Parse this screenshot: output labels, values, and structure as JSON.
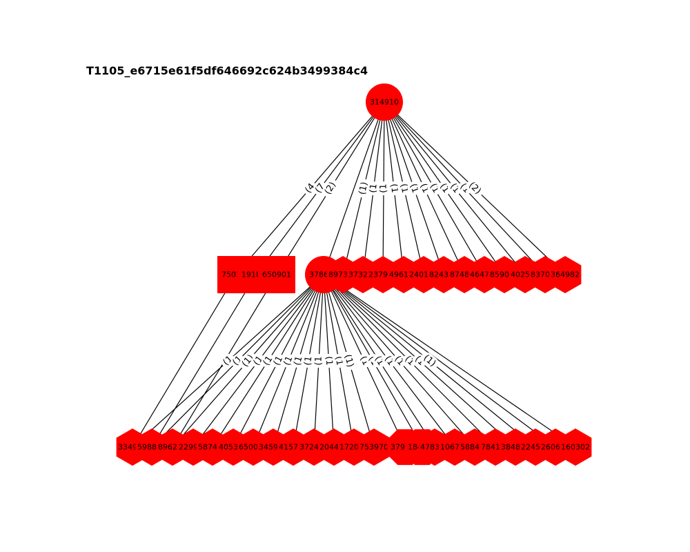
{
  "title": "T1105_e6715e61f5df646692c624b3499384c4",
  "colors": {
    "node_fill": "#ff0000",
    "edge": "#000000",
    "label_bg": "#ffffff",
    "text": "#000000"
  },
  "root": {
    "id": "314910",
    "shape": "circle"
  },
  "level1": [
    {
      "id": "750319",
      "shape": "square"
    },
    {
      "id": "191865",
      "shape": "square"
    },
    {
      "id": "650901",
      "shape": "square"
    },
    {
      "id": "378678",
      "shape": "circle"
    },
    {
      "id": "897337",
      "shape": "hexagon"
    },
    {
      "id": "373227",
      "shape": "hexagon"
    },
    {
      "id": "237929",
      "shape": "hexagon"
    },
    {
      "id": "496120",
      "shape": "hexagon"
    },
    {
      "id": "240142",
      "shape": "hexagon"
    },
    {
      "id": "824397",
      "shape": "hexagon"
    },
    {
      "id": "874824",
      "shape": "hexagon"
    },
    {
      "id": "464785",
      "shape": "hexagon"
    },
    {
      "id": "859043",
      "shape": "hexagon"
    },
    {
      "id": "402526",
      "shape": "hexagon"
    },
    {
      "id": "837056",
      "shape": "hexagon"
    },
    {
      "id": "364982",
      "shape": "hexagon"
    }
  ],
  "level2": [
    {
      "id": "334956",
      "shape": "hexagon"
    },
    {
      "id": "598834",
      "shape": "hexagon"
    },
    {
      "id": "896227",
      "shape": "hexagon"
    },
    {
      "id": "229970",
      "shape": "hexagon"
    },
    {
      "id": "587490",
      "shape": "hexagon"
    },
    {
      "id": "405365",
      "shape": "hexagon"
    },
    {
      "id": "650004",
      "shape": "hexagon"
    },
    {
      "id": "345983",
      "shape": "hexagon"
    },
    {
      "id": "415723",
      "shape": "hexagon"
    },
    {
      "id": "372420",
      "shape": "hexagon"
    },
    {
      "id": "204417",
      "shape": "hexagon"
    },
    {
      "id": "172037",
      "shape": "hexagon"
    },
    {
      "id": "753970",
      "shape": "hexagon"
    },
    {
      "id": "379443",
      "shape": "octagon"
    },
    {
      "id": "184479",
      "shape": "octagon"
    },
    {
      "id": "478350",
      "shape": "hexagon"
    },
    {
      "id": "106715",
      "shape": "hexagon"
    },
    {
      "id": "588499",
      "shape": "hexagon"
    },
    {
      "id": "784174",
      "shape": "hexagon"
    },
    {
      "id": "384882",
      "shape": "hexagon"
    },
    {
      "id": "224504",
      "shape": "hexagon"
    },
    {
      "id": "260636",
      "shape": "hexagon"
    },
    {
      "id": "160302",
      "shape": "hexagon"
    }
  ],
  "edges_root": [
    {
      "to": "750319",
      "label": "(4"
    },
    {
      "to": "191865",
      "label": "(7"
    },
    {
      "to": "650901",
      "label": "(2)"
    },
    {
      "to": "378678",
      "label": ""
    },
    {
      "to": "897337",
      "label": "(1)"
    },
    {
      "to": "373227",
      "label": "(1"
    },
    {
      "to": "237929",
      "label": "(1"
    },
    {
      "to": "496120",
      "label": "(1"
    },
    {
      "to": "240142",
      "label": "(1"
    },
    {
      "to": "824397",
      "label": "(1"
    },
    {
      "to": "874824",
      "label": "(1"
    },
    {
      "to": "464785",
      "label": "(1"
    },
    {
      "to": "859043",
      "label": "(1"
    },
    {
      "to": "402526",
      "label": "(1"
    },
    {
      "to": "837056",
      "label": "(1"
    },
    {
      "to": "364982",
      "label": "(2)"
    }
  ],
  "edges_hub": [
    {
      "to": "334956",
      "label": "(1"
    },
    {
      "to": "598834",
      "label": "(1"
    },
    {
      "to": "896227",
      "label": "(1)"
    },
    {
      "to": "229970",
      "label": "(1"
    },
    {
      "to": "587490",
      "label": "(1"
    },
    {
      "to": "405365",
      "label": "(1"
    },
    {
      "to": "650004",
      "label": "(1"
    },
    {
      "to": "345983",
      "label": "(1"
    },
    {
      "to": "415723",
      "label": "(1"
    },
    {
      "to": "372420",
      "label": "(1"
    },
    {
      "to": "204417",
      "label": "(1"
    },
    {
      "to": "172037",
      "label": "(1"
    },
    {
      "to": "753970",
      "label": "(1)"
    },
    {
      "to": "379443",
      "label": "(1"
    },
    {
      "to": "184479",
      "label": "(1"
    },
    {
      "to": "478350",
      "label": "(1"
    },
    {
      "to": "106715",
      "label": "(1"
    },
    {
      "to": "588499",
      "label": "(1"
    },
    {
      "to": "784174",
      "label": "(1"
    },
    {
      "to": "384882",
      "label": "(1"
    },
    {
      "to": "224504",
      "label": "(1)"
    },
    {
      "to": "260636",
      "label": ""
    },
    {
      "to": "160302",
      "label": ""
    }
  ],
  "edges_cross": [
    {
      "from": "750319",
      "to": "334956",
      "label": ""
    },
    {
      "from": "191865",
      "to": "598834",
      "label": ""
    },
    {
      "from": "650901",
      "to": "896227",
      "label": ""
    }
  ]
}
